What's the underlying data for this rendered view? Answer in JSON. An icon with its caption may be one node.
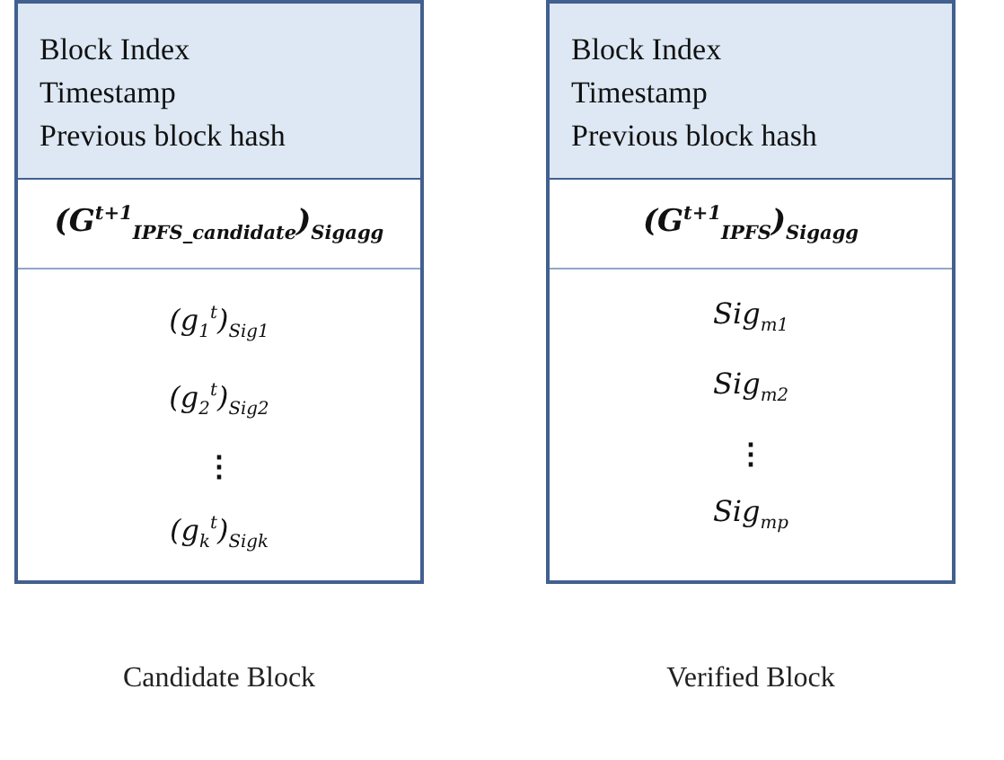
{
  "diagram": {
    "nodes": [
      {
        "text": [
          "Candidate Block"
        ]
      },
      {
        "text": [
          "Block Index",
          "Timestamp",
          "Previous block hash"
        ],
        "in": 0
      },
      {
        "text": [
          "(G$^{t+1}$$_{IPFS_candidate}$)$_{Sig}$$_{agg}$"
        ],
        "in": 0
      },
      {
        "text": [
          "(g$_{1}$$^{t}$)$_{Sig1}$",
          "(g$_{2}$$^{t}$)$_{Sig2}$",
          "⋮",
          "(g$_{k}$$^{t}$)$_{Sigk}$"
        ],
        "in": 0
      },
      {
        "text": [
          "Verified Block"
        ]
      },
      {
        "text": [
          "Block Index",
          "Timestamp",
          "Previous block hash"
        ],
        "in": 4
      },
      {
        "text": [
          "(G$^{t+1}$$_{IPFS}$)$_{Sig}$$_{agg}$"
        ],
        "in": 4
      },
      {
        "text": [
          "Sig$_{m1}$",
          "Sig$_{m2}$",
          "⋮",
          "Sig$_{mp}$"
        ],
        "in": 4
      }
    ]
  }
}
